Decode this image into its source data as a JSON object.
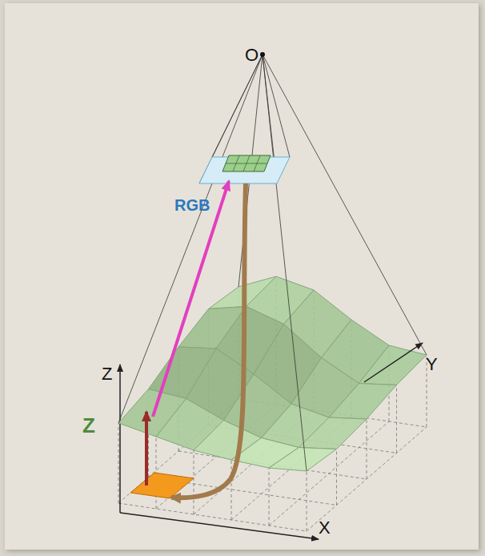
{
  "diagram": {
    "labels": [
      "O",
      "RGB",
      "Z",
      "Z",
      "Y",
      "X"
    ]
  }
}
